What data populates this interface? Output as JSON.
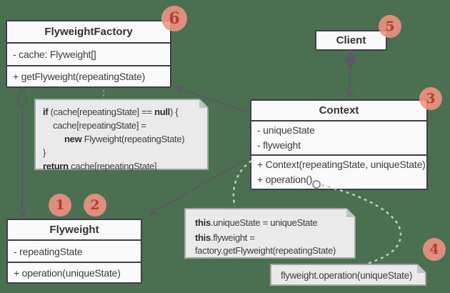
{
  "colors": {
    "background": "#4a7051",
    "badge_fill": "#f29384",
    "badge_number": "#bf392c",
    "box_border": "#403e4b",
    "box_bg": "#fafafa",
    "note_bg": "#eaeaea",
    "note_border": "#a3a3a3",
    "line": "#5b5a64",
    "dashed_light": "#c3cabe"
  },
  "classes": {
    "factory": {
      "title": "FlyweightFactory",
      "attributes": [
        "- cache: Flyweight[]"
      ],
      "methods": [
        "+ getFlyweight(repeatingState)"
      ]
    },
    "client": {
      "title": "Client"
    },
    "context": {
      "title": "Context",
      "attributes": [
        "- uniqueState",
        "- flyweight"
      ],
      "methods": [
        "+ Context(repeatingState, uniqueState)",
        "+ operation()"
      ]
    },
    "flyweight": {
      "title": "Flyweight",
      "attributes": [
        "- repeatingState"
      ],
      "methods": [
        "+ operation(uniqueState)"
      ]
    }
  },
  "notes": {
    "factory_code": {
      "l1a": "if",
      "l1b": " (cache[repeatingState] == ",
      "l1c": "null",
      "l1d": ") {",
      "l2": "cache[repeatingState] =",
      "l3a": "new",
      "l3b": " Flyweight(repeatingState)",
      "l4": "}",
      "l5a": "return",
      "l5b": " cache[repeatingState]"
    },
    "context_code": {
      "l1a": "this",
      "l1b": ".uniqueState = uniqueState",
      "l2a": "this",
      "l2b": ".flyweight =",
      "l3": "factory.getFlyweight(repeatingState)"
    },
    "operation_code": {
      "line": "flyweight.operation(uniqueState)"
    }
  },
  "badges": {
    "b1": "1",
    "b2": "2",
    "b3": "3",
    "b4": "4",
    "b5": "5",
    "b6": "6"
  }
}
